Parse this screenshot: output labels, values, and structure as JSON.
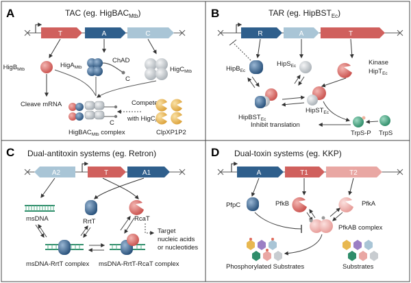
{
  "colors": {
    "red": "#d0605d",
    "blue": "#2f5f8c",
    "lightblue": "#a9c5d6",
    "pink": "#e9a7a3",
    "green": "#2f8d6a",
    "yellow": "#e8b850",
    "purple": "#9b7fc4",
    "grey": "#c8ccd0"
  },
  "panels": {
    "A": {
      "letter": "A",
      "title_pre": "TAC (eg. HigBAC",
      "title_sub": "Mtb",
      "title_post": ")",
      "genes": [
        "T",
        "A",
        "C"
      ],
      "higB": "HigB",
      "higB_sub": "Mtb",
      "higA": "HigA",
      "higA_sub": "Mtb",
      "chad": "ChAD",
      "c_label": "C",
      "higC": "HigC",
      "higC_sub": "Mtb",
      "cleave": "Cleave mRNA",
      "complex_pre": "HigBAC",
      "complex_sub": "Mtb",
      "complex_post": " complex",
      "compete1": "Compete",
      "compete2_pre": "with HigC",
      "compete2_sub": "Mtb",
      "clp": "ClpXP1P2"
    },
    "B": {
      "letter": "B",
      "title_pre": "TAR (eg. HipBST",
      "title_sub": "Ec",
      "title_post": ")",
      "genes": [
        "R",
        "A",
        "T"
      ],
      "hipB": "HipB",
      "hipB_sub": "Ec",
      "hipS": "HipS",
      "hipS_sub": "Ec",
      "kinase": "Kinase",
      "hipT": "HipT",
      "hipT_sub": "Ec",
      "hipBST": "HipBST",
      "hipBST_sub": "Ec",
      "hipST": "HipST",
      "hipST_sub": "Ec",
      "inhibit": "Inhibit translation",
      "trpsp": "TrpS-P",
      "trps": "TrpS"
    },
    "C": {
      "letter": "C",
      "title": "Dual-antitoxin systems (eg. Retron)",
      "genes": [
        "A2",
        "T",
        "A1"
      ],
      "msdna": "msDNA",
      "rrtt": "RrtT",
      "rcat": "RcaT",
      "target1": "Target",
      "target2": "nucleic acids",
      "target3": "or nucleotides",
      "complex1": "msDNA-RrtT complex",
      "complex2": "msDNA-RrtT-RcaT complex"
    },
    "D": {
      "letter": "D",
      "title": "Dual-toxin systems (eg. KKP)",
      "genes": [
        "A",
        "T1",
        "T2"
      ],
      "pfpc": "PfpC",
      "pfkb": "PfkB",
      "pfka": "PfkA",
      "complex": "PfkAB complex",
      "phos": "Phosphorylated Substrates",
      "substrates": "Substrates"
    }
  }
}
